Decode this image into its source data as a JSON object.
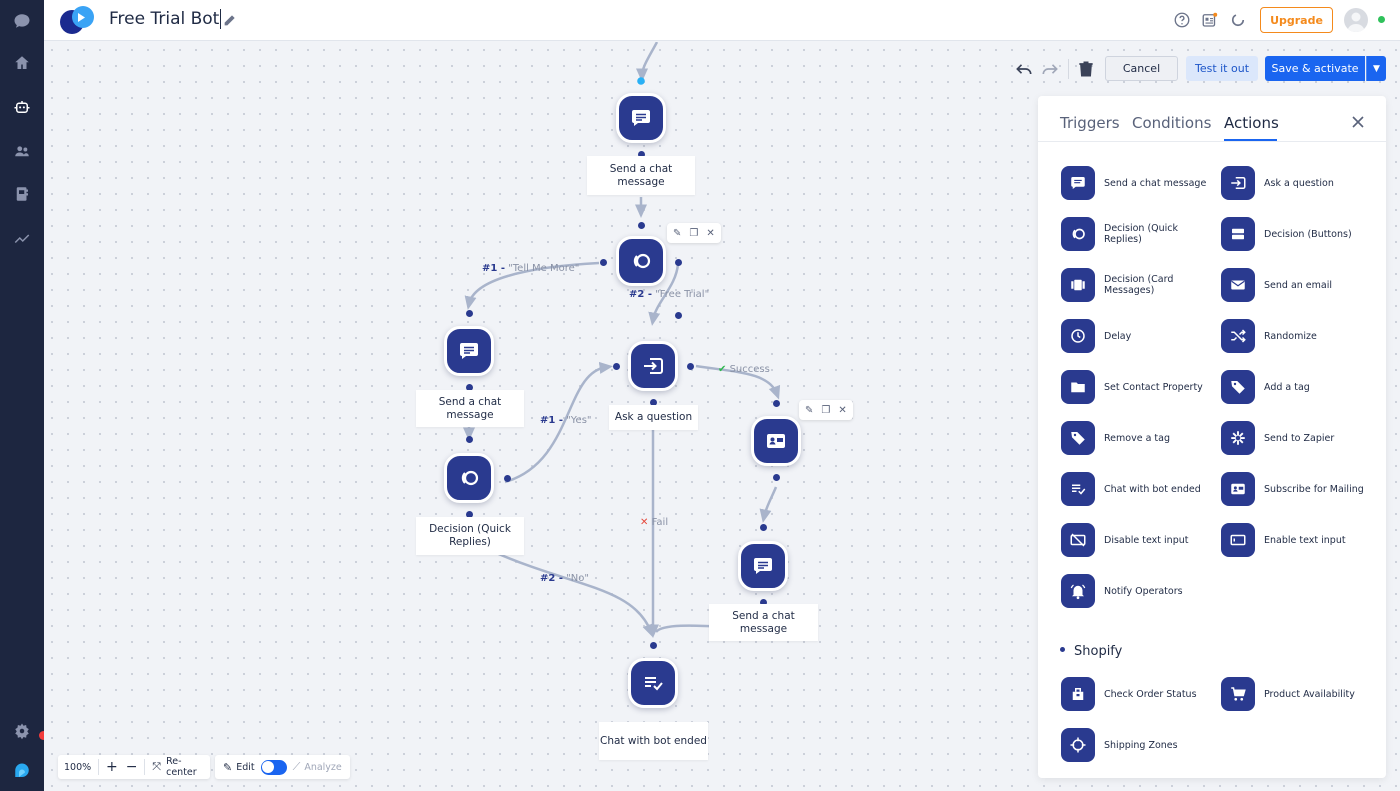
{
  "app": {
    "bot_title": "Free Trial Bot",
    "upgrade_label": "Upgrade"
  },
  "rail": {
    "items": [
      "chat-icon",
      "home-icon",
      "bot-icon",
      "contacts-icon",
      "campaigns-icon",
      "analytics-icon",
      "settings-icon"
    ]
  },
  "toolbar": {
    "cancel_label": "Cancel",
    "test_label": "Test it out",
    "save_label": "Save & activate"
  },
  "flow": {
    "nodes": {
      "msg_top": "Send a chat message",
      "msg_left": "Send a chat message",
      "decision_left": "Decision (Quick Replies)",
      "ask": "Ask a question",
      "msg_right": "Send a chat message",
      "end": "Chat with bot ended"
    },
    "edges": {
      "tell_num": "#1 -",
      "tell_text": "\"Tell Me More\"",
      "trial_num": "#2 -",
      "trial_text": "\"Free Trial\"",
      "yes_num": "#1 -",
      "yes_text": "\"Yes\"",
      "no_num": "#2 -",
      "no_text": "\"No\"",
      "success": "Success",
      "fail": "Fail"
    }
  },
  "panel": {
    "tabs": [
      "Triggers",
      "Conditions",
      "Actions"
    ],
    "active_tab": "Actions",
    "actions": [
      {
        "label": "Send a chat message",
        "icon": "chat-message-icon"
      },
      {
        "label": "Ask a question",
        "icon": "ask-question-icon"
      },
      {
        "label": "Decision (Quick Replies)",
        "icon": "quick-replies-icon"
      },
      {
        "label": "Decision (Buttons)",
        "icon": "buttons-icon"
      },
      {
        "label": "Decision (Card Messages)",
        "icon": "card-messages-icon"
      },
      {
        "label": "Send an email",
        "icon": "email-icon"
      },
      {
        "label": "Delay",
        "icon": "clock-icon"
      },
      {
        "label": "Randomize",
        "icon": "shuffle-icon"
      },
      {
        "label": "Set Contact Property",
        "icon": "folder-icon"
      },
      {
        "label": "Add a tag",
        "icon": "tag-icon"
      },
      {
        "label": "Remove a tag",
        "icon": "tag-icon"
      },
      {
        "label": "Send to Zapier",
        "icon": "zapier-icon"
      },
      {
        "label": "Chat with bot ended",
        "icon": "chat-ended-icon"
      },
      {
        "label": "Subscribe for Mailing",
        "icon": "subscribe-icon"
      },
      {
        "label": "Disable text input",
        "icon": "disable-input-icon"
      },
      {
        "label": "Enable text input",
        "icon": "enable-input-icon"
      },
      {
        "label": "Notify Operators",
        "icon": "bell-icon"
      }
    ],
    "shopify_heading": "Shopify",
    "shopify_actions": [
      {
        "label": "Check Order Status",
        "icon": "order-status-icon"
      },
      {
        "label": "Product Availability",
        "icon": "cart-icon"
      },
      {
        "label": "Shipping Zones",
        "icon": "crosshair-icon"
      }
    ]
  },
  "bottom": {
    "zoom": "100%",
    "recenter_label": "Re-center",
    "edit_label": "Edit",
    "analyze_label": "Analyze"
  },
  "colors": {
    "node": "#2a3a8f",
    "primary": "#1a65f0",
    "upgrade": "#f48a1c",
    "rail": "#1d2640"
  }
}
